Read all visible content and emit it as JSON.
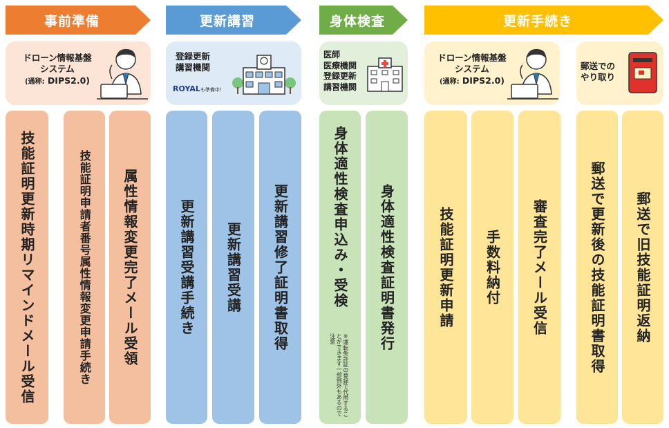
{
  "colors": {
    "orange_head": "#ed7d31",
    "blue_head": "#5b9bd5",
    "green_head": "#70ad47",
    "yellow_head": "#ffc000",
    "orange_bar": "#f4bf9f",
    "blue_bar": "#9ec3e7",
    "green_bar": "#c9e3b8",
    "yellow_bar": "#ffe598",
    "orange_box": "#fce4d6",
    "blue_box": "#deebf7",
    "green_box": "#e2efda",
    "yellow_box": "#fff2cc"
  },
  "stages": [
    {
      "title": "事前準備"
    },
    {
      "title": "更新講習"
    },
    {
      "title": "身体検査"
    },
    {
      "title": "更新手続き"
    }
  ],
  "boxes": {
    "dips1": {
      "line1": "ドローン情報基盤",
      "line2": "システム",
      "line3_small": "(通称:",
      "line3": " DIPS2.0)"
    },
    "course": {
      "line1": "登録更新",
      "line2": "講習機関",
      "logo": "ROYAL",
      "logo_note": "も準備中！"
    },
    "medical": {
      "line1": "医師",
      "line2": "医療機関",
      "line3": "登録更新",
      "line4": "講習機関"
    },
    "dips2": {
      "line1": "ドローン情報基盤",
      "line2": "システム",
      "line3_small": "(通称:",
      "line3": " DIPS2.0)"
    },
    "mail": {
      "line1": "郵送での",
      "line2": "やり取り"
    }
  },
  "steps": {
    "prep": [
      "技能証明更新時期リマインドメール受信",
      "技能証明申請者番号属性情報変更申請手続き",
      "属性情報変更完了メール受領"
    ],
    "course": [
      "更新講習受講手続き",
      "更新講習受講",
      "更新講習修了証明書取得"
    ],
    "medical": [
      "身体適性検査申込み・受検",
      "身体適性検査証明書発行"
    ],
    "medical_note": "※運転免許証の登録で代用することができます一部例外もあるので注意",
    "renew": [
      "技能証明更新申請",
      "手数料納付",
      "審査完了メール受信"
    ],
    "mail": [
      "郵送で更新後の技能証明書取得",
      "郵送で旧技能証明返納"
    ]
  }
}
